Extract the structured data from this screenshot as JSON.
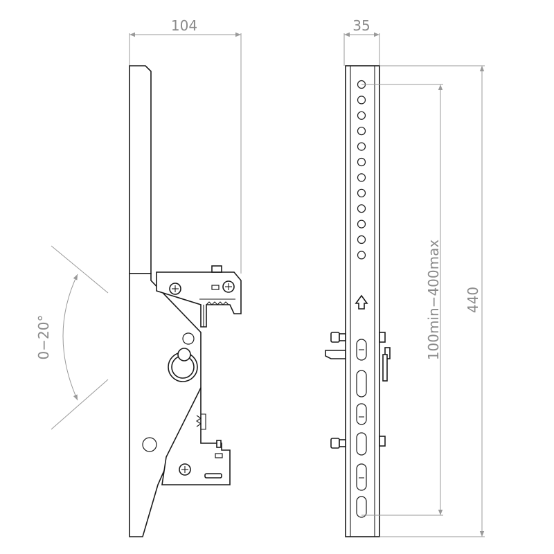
{
  "dimensions": {
    "side_depth": "104",
    "front_width": "35",
    "overall_height": "440",
    "vesa_range": "100min−400max",
    "tilt_range": "0−20°"
  },
  "colors": {
    "outline": "#1a1a1a",
    "dimension": "#8a8a8a",
    "background": "#ffffff"
  }
}
